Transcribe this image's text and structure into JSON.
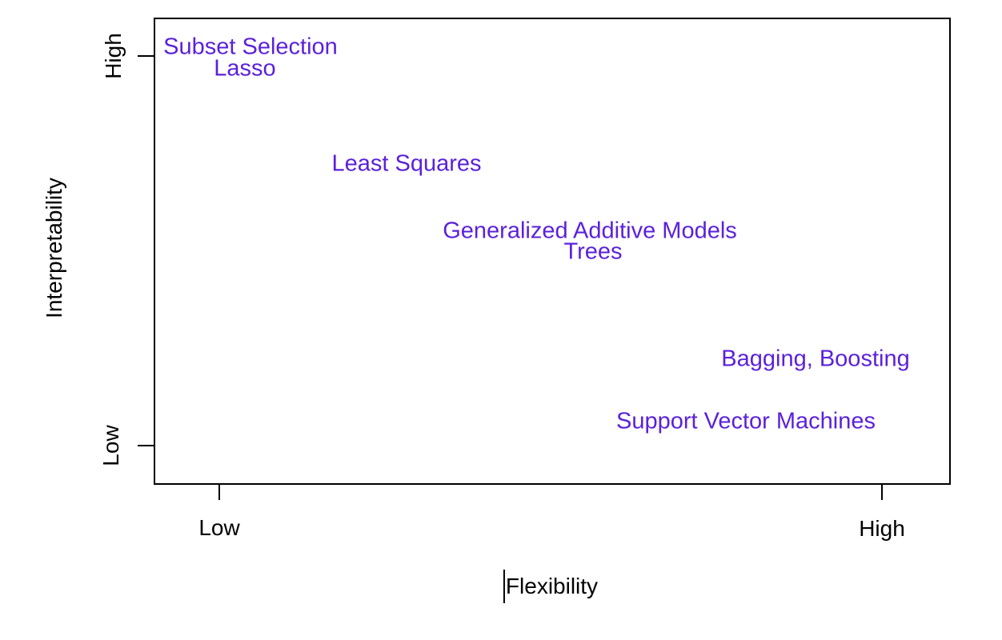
{
  "figure": {
    "background_color": "#ffffff",
    "box_border_color": "#000000",
    "axis_text_color": "#000000",
    "annotation_color": "#5B21DB"
  },
  "chart_data": {
    "type": "scatter",
    "title": "",
    "xlabel": "Flexibility",
    "ylabel": "Interpretability",
    "x_tick_labels": [
      "Low",
      "High"
    ],
    "y_tick_labels_top_to_bottom": [
      "High",
      "Low"
    ],
    "xlim": [
      "Low",
      "High"
    ],
    "ylim": [
      "Low",
      "High"
    ],
    "grid": false,
    "legend": "none",
    "points": [
      {
        "label": "Subset Selection",
        "flexibility": 0.05,
        "interpretability": 1.02
      },
      {
        "label": "Lasso",
        "flexibility": 0.04,
        "interpretability": 0.97
      },
      {
        "label": "Least Squares",
        "flexibility": 0.28,
        "interpretability": 0.72
      },
      {
        "label": "Generalized Additive Models",
        "flexibility": 0.56,
        "interpretability": 0.55
      },
      {
        "label": "Trees",
        "flexibility": 0.56,
        "interpretability": 0.5
      },
      {
        "label": "Bagging, Boosting",
        "flexibility": 0.9,
        "interpretability": 0.22
      },
      {
        "label": "Support Vector Machines",
        "flexibility": 0.79,
        "interpretability": 0.06
      }
    ]
  }
}
